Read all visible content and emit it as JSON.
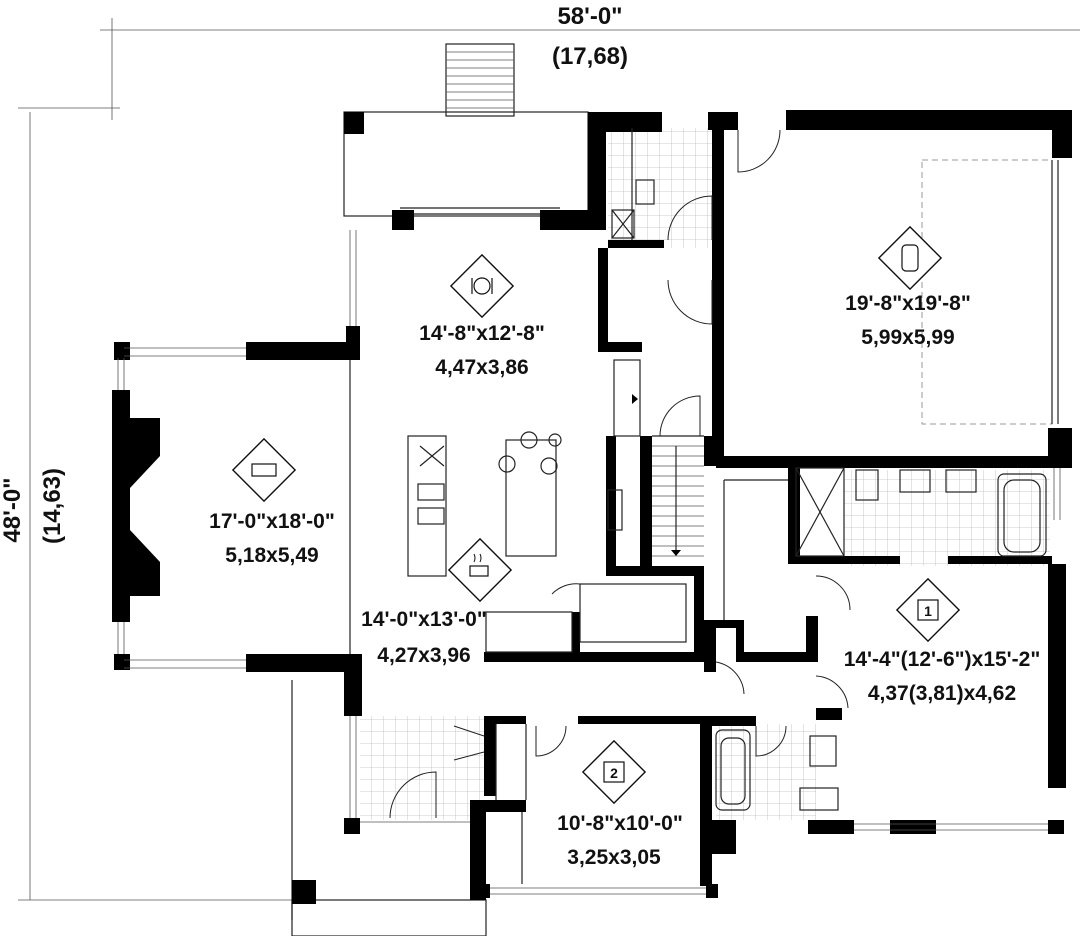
{
  "overall": {
    "width_imperial": "58'-0\"",
    "width_metric": "(17,68)",
    "depth_imperial": "48'-0\"",
    "depth_metric": "(14,63)"
  },
  "rooms": {
    "dining": {
      "imperial": "14'-8\"x12'-8\"",
      "metric": "4,47x3,86",
      "icon": "dining-icon"
    },
    "garage": {
      "imperial": "19'-8\"x19'-8\"",
      "metric": "5,99x5,99",
      "icon": "car-icon"
    },
    "living": {
      "imperial": "17'-0\"x18'-0\"",
      "metric": "5,18x5,49",
      "icon": "sofa-icon"
    },
    "kitchen": {
      "imperial": "14'-0\"x13'-0\"",
      "metric": "4,27x3,96",
      "icon": "coffee-cup-icon"
    },
    "bedroom1": {
      "imperial": "14'-4\"(12'-6\")x15'-2\"",
      "metric": "4,37(3,81)x4,62",
      "icon": "bed-1-icon",
      "number": "1"
    },
    "bedroom2": {
      "imperial": "10'-8\"x10'-0\"",
      "metric": "3,25x3,05",
      "icon": "bed-2-icon",
      "number": "2"
    }
  }
}
